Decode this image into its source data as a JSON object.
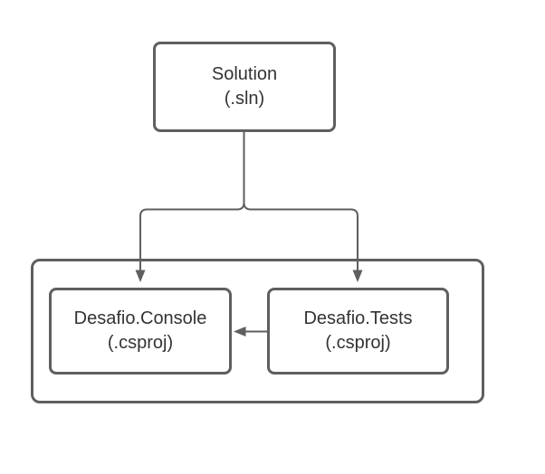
{
  "diagram": {
    "type": "flowchart",
    "background": "#ffffff",
    "colors": {
      "stroke": "#5f5f5f",
      "text": "#333333",
      "node_fill": "#ffffff"
    },
    "nodes": {
      "solution": {
        "label": "Solution",
        "sublabel": "(.sln)"
      },
      "console": {
        "label": "Desafio.Console",
        "sublabel": "(.csproj)"
      },
      "tests": {
        "label": "Desafio.Tests",
        "sublabel": "(.csproj)"
      }
    },
    "edges": [
      {
        "from": "solution",
        "to": "console",
        "style": "orthogonal-arrow"
      },
      {
        "from": "solution",
        "to": "tests",
        "style": "orthogonal-arrow"
      },
      {
        "from": "tests",
        "to": "console",
        "style": "straight-arrow"
      }
    ]
  }
}
